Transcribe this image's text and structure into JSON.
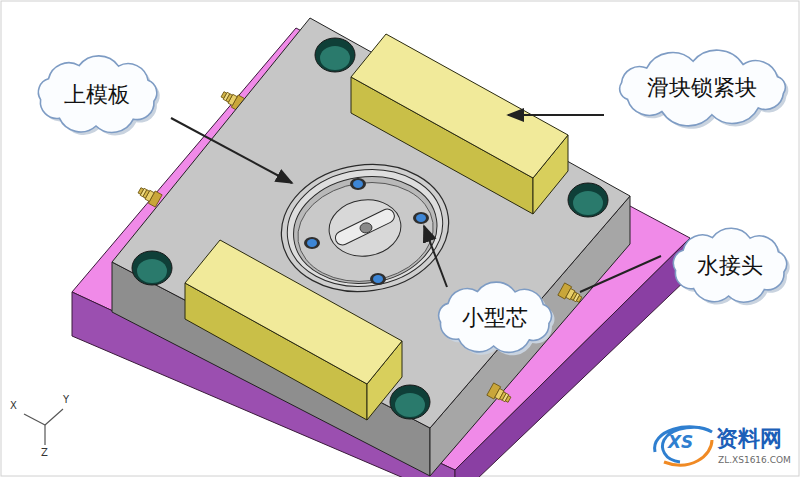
{
  "diagram": {
    "nodes": [
      {
        "text": [
          "上模板"
        ]
      },
      {
        "text": [
          "滑块锁紧块"
        ]
      },
      {
        "text": [
          "水接头"
        ]
      },
      {
        "text": [
          "小型芯"
        ]
      }
    ],
    "labels": [
      "X",
      "Y",
      "Z",
      "XS",
      "资料网",
      "ZL.XS1616.COM"
    ]
  }
}
